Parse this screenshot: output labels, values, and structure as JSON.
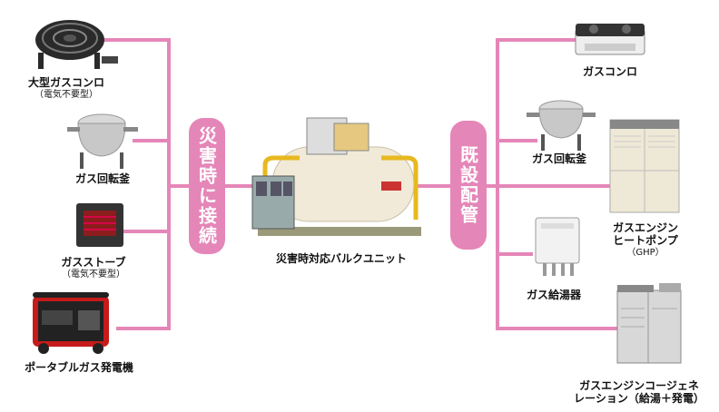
{
  "left_items": [
    {
      "label": "大型ガスコンロ",
      "sub": "（電気不要型）"
    },
    {
      "label": "ガス回転釜",
      "sub": ""
    },
    {
      "label": "ガスストーブ",
      "sub": "（電気不要型）"
    },
    {
      "label": "ポータブルガス発電機",
      "sub": ""
    }
  ],
  "left_pill": "災害時に接続",
  "center_label": "災害時対応バルクユニット",
  "right_pill": "既設配管",
  "right_items": [
    {
      "label": "ガスコンロ"
    },
    {
      "label": "ガス回転釜"
    },
    {
      "label": "ガスエンジン",
      "line2": "ヒートポンプ",
      "line3": "（GHP）"
    },
    {
      "label": "ガス給湯器"
    },
    {
      "label": "ガスエンジンコージェネ",
      "line2": "レーション（給湯＋発電）"
    }
  ],
  "colors": {
    "pink": "#e586b8"
  }
}
